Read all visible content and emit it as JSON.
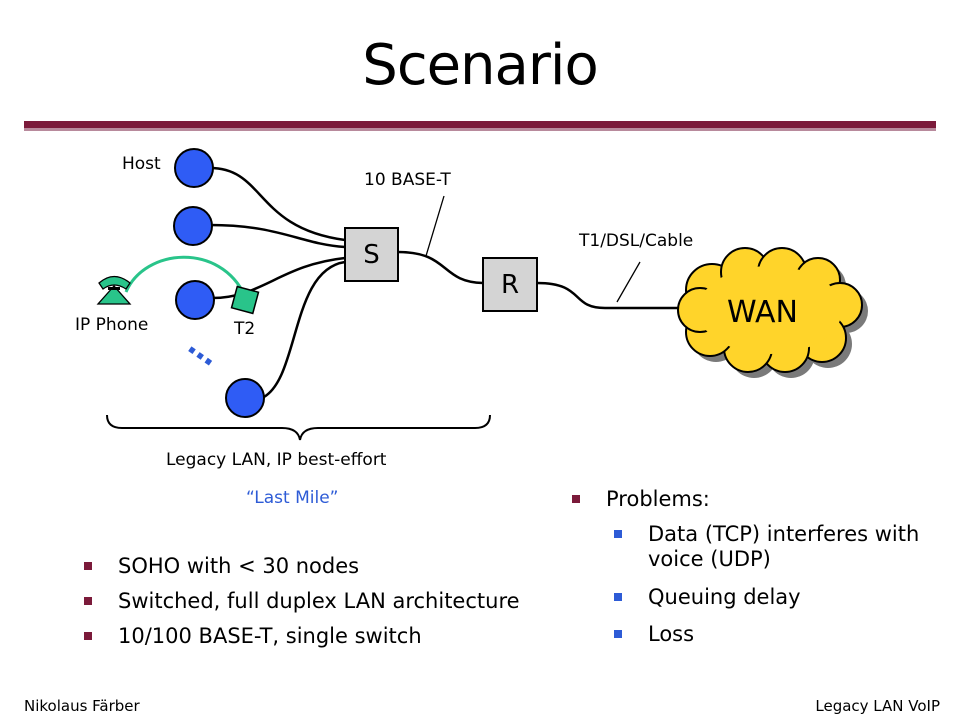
{
  "title": "Scenario",
  "diagram": {
    "host_label": "Host",
    "cable_label": "10 BASE-T",
    "switch_label": "S",
    "router_label": "R",
    "wan_link_label": "T1/DSL/Cable",
    "wan_label": "WAN",
    "phone_label": "IP Phone",
    "terminal_label": "T2",
    "ellipsis": "…",
    "brace_label": "Legacy LAN, IP best-effort",
    "last_mile_label": "“Last Mile”",
    "colors": {
      "node": "#2f5cf5",
      "wan": "#ffd42a",
      "phone": "#29c48a",
      "link": "#000000"
    }
  },
  "left_bullets": [
    "SOHO with < 30 nodes",
    "Switched, full duplex LAN architecture",
    "10/100 BASE-T, single switch"
  ],
  "right_bullets": {
    "heading": "Problems:",
    "items": [
      "Data (TCP) interferes with voice (UDP)",
      "Queuing delay",
      "Loss"
    ]
  },
  "footer": {
    "left": "Nikolaus Färber",
    "right": "Legacy LAN VoIP"
  }
}
